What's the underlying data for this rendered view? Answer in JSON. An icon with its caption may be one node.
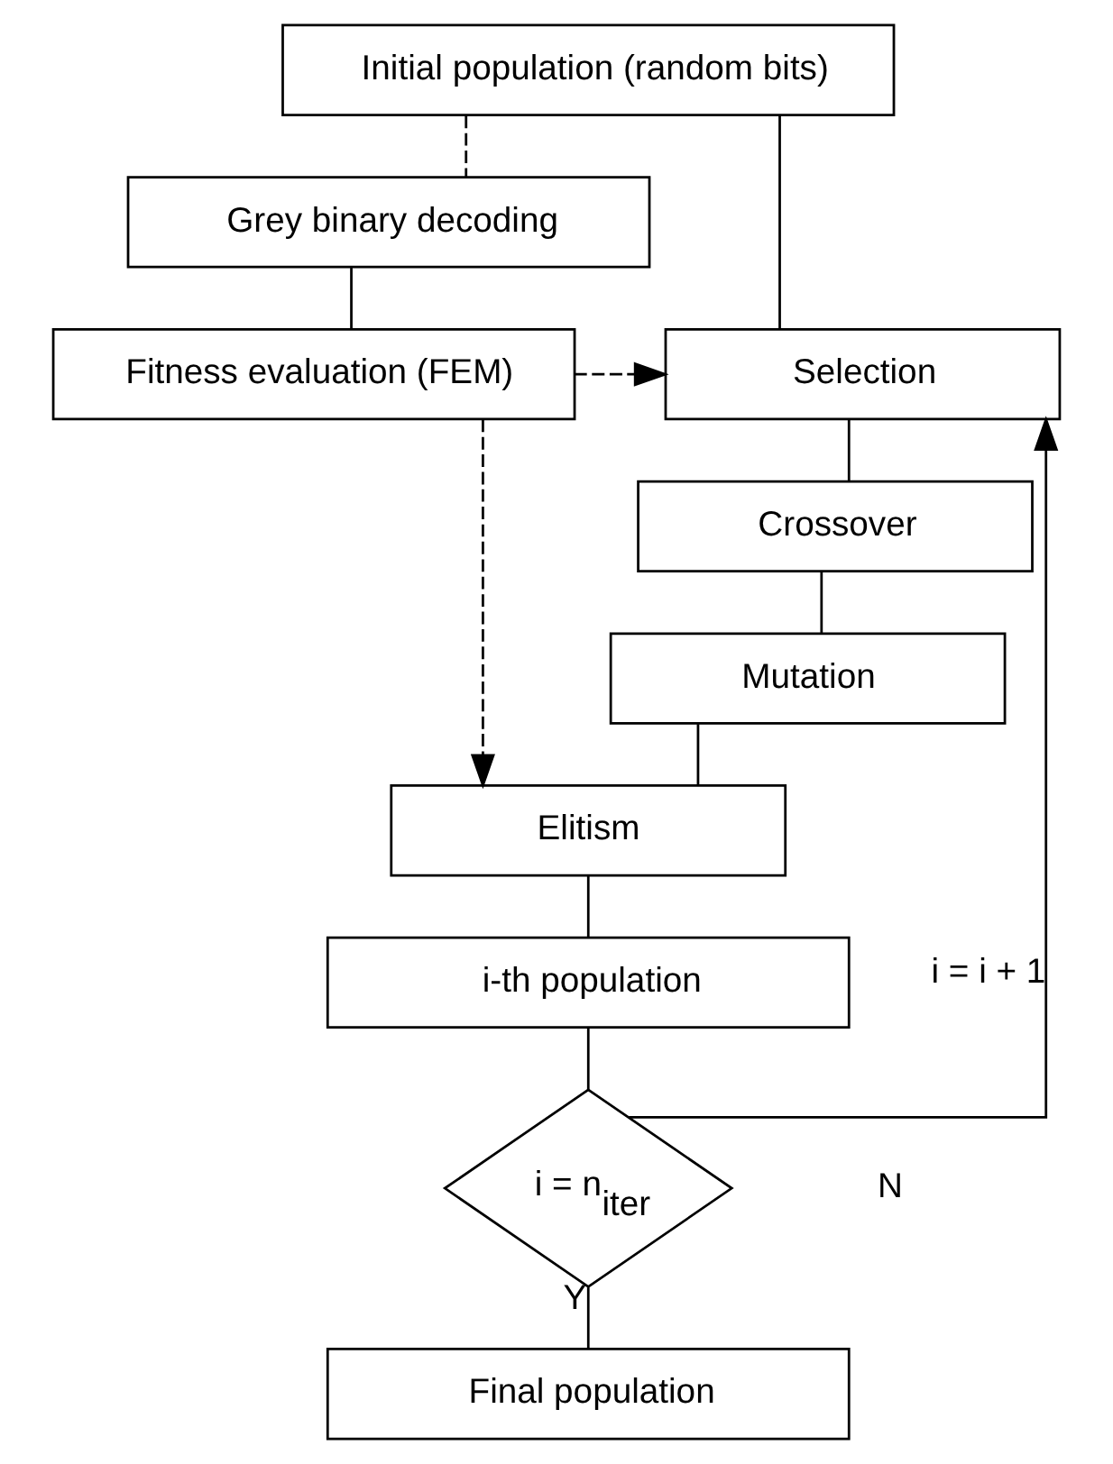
{
  "diagram": {
    "nodes": [
      {
        "text": [
          "Initial population (random bits)"
        ]
      },
      {
        "text": [
          "Grey binary decoding"
        ]
      },
      {
        "text": [
          "Fitness evaluation (FEM)"
        ]
      },
      {
        "text": [
          "Selection"
        ]
      },
      {
        "text": [
          "Crossover"
        ]
      },
      {
        "text": [
          "Mutation"
        ]
      },
      {
        "text": [
          "Elitism"
        ]
      },
      {
        "text": [
          "i-th population"
        ]
      },
      {
        "text": [
          "i = n$_{iter}$"
        ]
      },
      {
        "text": [
          "Final population"
        ]
      }
    ],
    "edges": [
      {
        "from": 0,
        "to": 3,
        "arrow": "none"
      },
      {
        "from": 0,
        "to": 1,
        "arrow": "none",
        "style": "dashed"
      },
      {
        "from": 1,
        "to": 2,
        "arrow": "none"
      },
      {
        "from": 2,
        "to": 3,
        "arrow": "to",
        "style": "dashed"
      },
      {
        "from": 2,
        "to": 6,
        "arrow": "to",
        "style": "dashed"
      },
      {
        "from": 3,
        "to": 4,
        "arrow": "none"
      },
      {
        "from": 4,
        "to": 5,
        "arrow": "none"
      },
      {
        "from": 5,
        "to": 6,
        "arrow": "none"
      },
      {
        "from": 6,
        "to": 7,
        "arrow": "none"
      },
      {
        "from": 7,
        "to": 8,
        "arrow": "none"
      },
      {
        "from": 8,
        "to": 9,
        "arrow": "none",
        "label": "Y"
      },
      {
        "from": 8,
        "to": 3,
        "arrow": "to",
        "label": "i = i + 1"
      }
    ],
    "labels": [
      "N"
    ]
  }
}
